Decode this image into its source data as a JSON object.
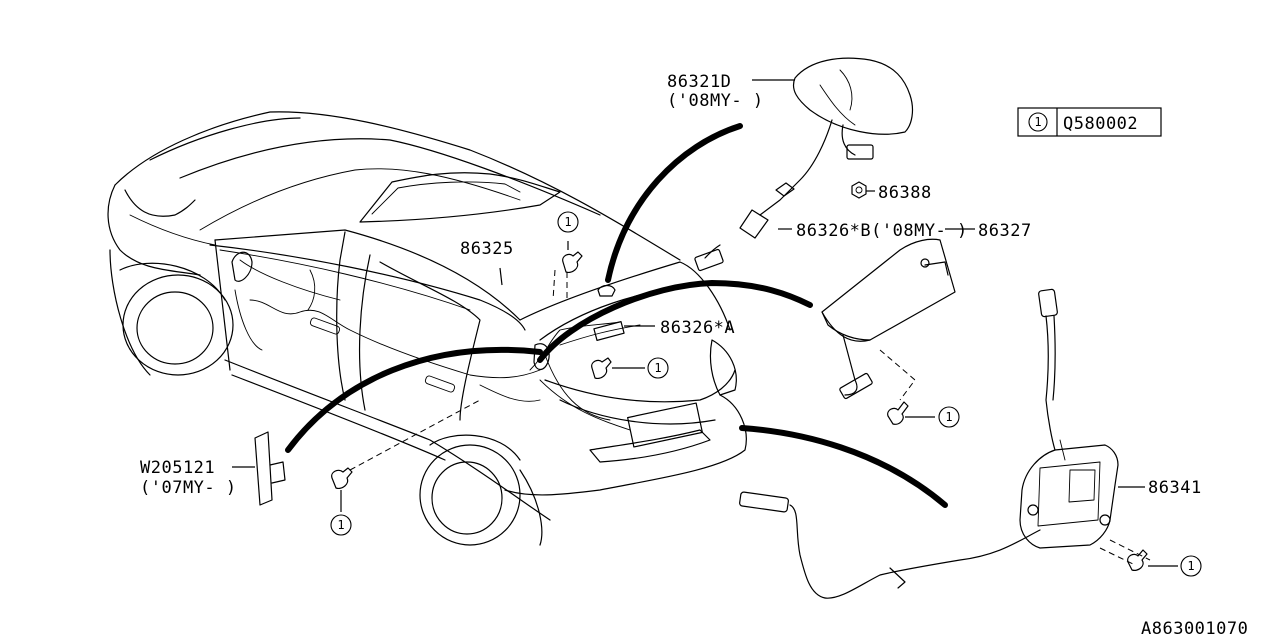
{
  "parts": {
    "p86321D": "86321D",
    "p86321D_note": "('08MY-  )",
    "p86388": "86388",
    "p86326B": "86326*B('08MY-  )",
    "p86327": "86327",
    "p86325": "86325",
    "p86326A": "86326*A",
    "p86341": "86341",
    "pW205121": "W205121",
    "pW205121_note": "('07MY-  )"
  },
  "legend": {
    "symbol": "1",
    "code": "Q580002"
  },
  "callout": "1",
  "figure_id": "A863001070"
}
